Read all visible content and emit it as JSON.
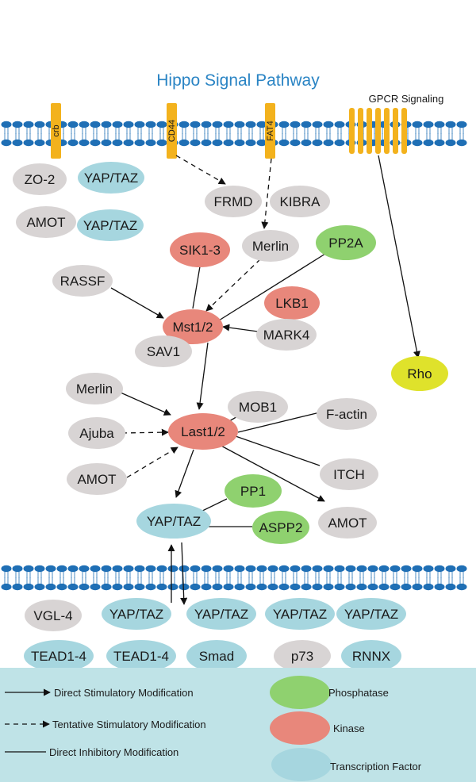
{
  "title": "Hippo Signal Pathway",
  "gpcr_label": "GPCR Signaling",
  "colors": {
    "kinase": "#e8877b",
    "phosphatase": "#8fd16f",
    "transcription_factor": "#a6d6df",
    "protein": "#d8d4d4",
    "rho": "#dfe22b",
    "membrane": "#1f6fb5",
    "receptor": "#f3b21d",
    "title": "#2a84c4",
    "legend_bg": "#bfe3e7"
  },
  "receptors": [
    {
      "id": "crb",
      "label": "crb"
    },
    {
      "id": "cd44",
      "label": "CD44"
    },
    {
      "id": "fat4",
      "label": "FAT4"
    }
  ],
  "nodes": [
    {
      "id": "zo2",
      "label": "ZO-2",
      "kind": "protein"
    },
    {
      "id": "yaptaz_top1",
      "label": "YAP/TAZ",
      "kind": "transcription_factor"
    },
    {
      "id": "amot_top",
      "label": "AMOT",
      "kind": "protein"
    },
    {
      "id": "yaptaz_top2",
      "label": "YAP/TAZ",
      "kind": "transcription_factor"
    },
    {
      "id": "frmd",
      "label": "FRMD",
      "kind": "protein"
    },
    {
      "id": "kibra",
      "label": "KIBRA",
      "kind": "protein"
    },
    {
      "id": "merlin_top",
      "label": "Merlin",
      "kind": "protein"
    },
    {
      "id": "pp2a",
      "label": "PP2A",
      "kind": "phosphatase"
    },
    {
      "id": "sik",
      "label": "SIK1-3",
      "kind": "kinase"
    },
    {
      "id": "rassf",
      "label": "RASSF",
      "kind": "protein"
    },
    {
      "id": "lkb1",
      "label": "LKB1",
      "kind": "kinase"
    },
    {
      "id": "mst",
      "label": "Mst1/2",
      "kind": "kinase"
    },
    {
      "id": "mark4",
      "label": "MARK4",
      "kind": "protein"
    },
    {
      "id": "sav1",
      "label": "SAV1",
      "kind": "protein"
    },
    {
      "id": "rho",
      "label": "Rho",
      "kind": "rho"
    },
    {
      "id": "merlin_mid",
      "label": "Merlin",
      "kind": "protein"
    },
    {
      "id": "mob1",
      "label": "MOB1",
      "kind": "protein"
    },
    {
      "id": "factin",
      "label": "F-actin",
      "kind": "protein"
    },
    {
      "id": "ajuba",
      "label": "Ajuba",
      "kind": "protein"
    },
    {
      "id": "last",
      "label": "Last1/2",
      "kind": "kinase"
    },
    {
      "id": "amot_mid",
      "label": "AMOT",
      "kind": "protein"
    },
    {
      "id": "itch",
      "label": "ITCH",
      "kind": "protein"
    },
    {
      "id": "pp1",
      "label": "PP1",
      "kind": "phosphatase"
    },
    {
      "id": "yaptaz_mid",
      "label": "YAP/TAZ",
      "kind": "transcription_factor"
    },
    {
      "id": "aspp2",
      "label": "ASPP2",
      "kind": "phosphatase"
    },
    {
      "id": "amot_right",
      "label": "AMOT",
      "kind": "protein"
    },
    {
      "id": "vgl4",
      "label": "VGL-4",
      "kind": "protein"
    },
    {
      "id": "yt_b1",
      "label": "YAP/TAZ",
      "kind": "transcription_factor"
    },
    {
      "id": "yt_b2",
      "label": "YAP/TAZ",
      "kind": "transcription_factor"
    },
    {
      "id": "yt_b3",
      "label": "YAP/TAZ",
      "kind": "transcription_factor"
    },
    {
      "id": "yt_b4",
      "label": "YAP/TAZ",
      "kind": "transcription_factor"
    },
    {
      "id": "tead_a",
      "label": "TEAD1-4",
      "kind": "transcription_factor"
    },
    {
      "id": "tead_b",
      "label": "TEAD1-4",
      "kind": "transcription_factor"
    },
    {
      "id": "smad",
      "label": "Smad",
      "kind": "transcription_factor"
    },
    {
      "id": "p73",
      "label": "p73",
      "kind": "protein"
    },
    {
      "id": "rnnx",
      "label": "RNNX",
      "kind": "transcription_factor"
    }
  ],
  "edges": [
    {
      "from": "cd44",
      "to": "frmd",
      "type": "tentative"
    },
    {
      "from": "fat4",
      "to": "merlin_top",
      "type": "tentative"
    },
    {
      "from": "gpcr",
      "to": "rho",
      "type": "direct"
    },
    {
      "from": "merlin_top",
      "to": "mst",
      "type": "tentative"
    },
    {
      "from": "rassf",
      "to": "mst",
      "type": "direct"
    },
    {
      "from": "sik",
      "to": "mst",
      "type": "inhibitory"
    },
    {
      "from": "pp2a",
      "to": "mst",
      "type": "inhibitory"
    },
    {
      "from": "mark4",
      "to": "mst",
      "type": "direct"
    },
    {
      "from": "mst",
      "to": "last",
      "type": "direct"
    },
    {
      "from": "merlin_mid",
      "to": "last",
      "type": "direct"
    },
    {
      "from": "ajuba",
      "to": "last",
      "type": "tentative"
    },
    {
      "from": "amot_mid",
      "to": "last",
      "type": "tentative"
    },
    {
      "from": "last",
      "to": "mob1",
      "type": "inhibitory"
    },
    {
      "from": "last",
      "to": "factin",
      "type": "inhibitory"
    },
    {
      "from": "last",
      "to": "itch",
      "type": "inhibitory"
    },
    {
      "from": "last",
      "to": "amot_right",
      "type": "direct"
    },
    {
      "from": "last",
      "to": "yaptaz_mid",
      "type": "direct"
    },
    {
      "from": "yaptaz_mid",
      "to": "pp1",
      "type": "inhibitory"
    },
    {
      "from": "yaptaz_mid",
      "to": "aspp2",
      "type": "inhibitory"
    },
    {
      "from": "nucleus",
      "to": "yaptaz_mid",
      "type": "direct"
    },
    {
      "from": "yaptaz_mid",
      "to": "nucleus",
      "type": "direct"
    }
  ],
  "legend": {
    "lines": [
      {
        "type": "direct",
        "label": "Direct Stimulatory Modification"
      },
      {
        "type": "tentative",
        "label": "Tentative Stimulatory Modification"
      },
      {
        "type": "inhibitory",
        "label": "Direct Inhibitory Modification"
      }
    ],
    "swatches": [
      {
        "kind": "phosphatase",
        "label": "Phosphatase"
      },
      {
        "kind": "kinase",
        "label": "Kinase"
      },
      {
        "kind": "transcription_factor",
        "label": "Transcription Factor"
      }
    ]
  }
}
